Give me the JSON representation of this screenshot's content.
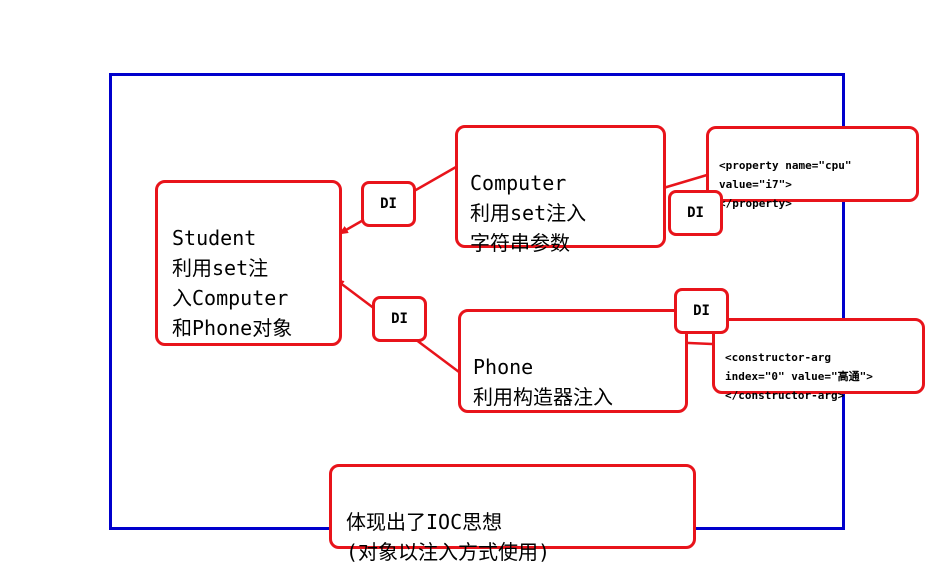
{
  "student": {
    "text": "Student\n利用set注\n入Computer\n和Phone对象"
  },
  "computer": {
    "text": "Computer\n利用set注入\n字符串参数"
  },
  "phone": {
    "text": "Phone\n利用构造器注入"
  },
  "property_code": {
    "text": "<property name=\"cpu\"\nvalue=\"i7\">\n </property>"
  },
  "constructor_code": {
    "text": "<constructor-arg\nindex=\"0\" value=\"高通\">\n </constructor-arg>"
  },
  "conclusion": {
    "text": "体现出了IOC思想\n(对象以注入方式使用)"
  },
  "di_labels": {
    "computer_to_student": "DI",
    "property_to_computer": "DI",
    "phone_to_student": "DI",
    "constructor_to_phone": "DI"
  },
  "colors": {
    "frame": "#0000cc",
    "box_border": "#e8141b",
    "arrow": "#e8141b"
  }
}
